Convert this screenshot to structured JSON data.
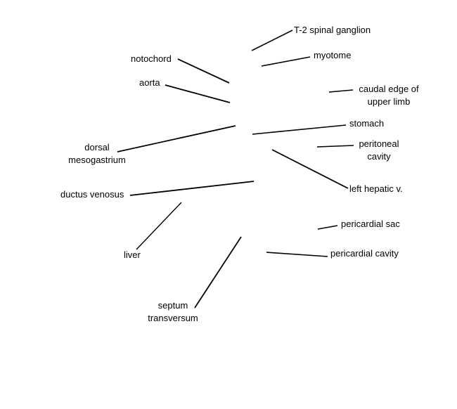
{
  "labels": {
    "t2_spinal_ganglion": "T-2 spinal ganglion",
    "myotome": "myotome",
    "notochord": "notochord",
    "aorta": "aorta",
    "caudal_edge_line1": "caudal edge of",
    "caudal_edge_line2": "upper limb",
    "stomach": "stomach",
    "dorsal_mesogastrium_line1": "dorsal",
    "dorsal_mesogastrium_line2": "mesogastrium",
    "peritoneal_cavity_line1": "peritoneal",
    "peritoneal_cavity_line2": "cavity",
    "ductus_venosus": "ductus venosus",
    "left_hepatic_v": "left hepatic v.",
    "pericardial_sac": "pericardial sac",
    "liver": "liver",
    "pericardial_cavity": "pericardial cavity",
    "septum_transversum_line1": "septum",
    "septum_transversum_line2": "transversum"
  },
  "colors": {
    "line": "#000000",
    "text": "#000000",
    "background": "#ffffff"
  }
}
